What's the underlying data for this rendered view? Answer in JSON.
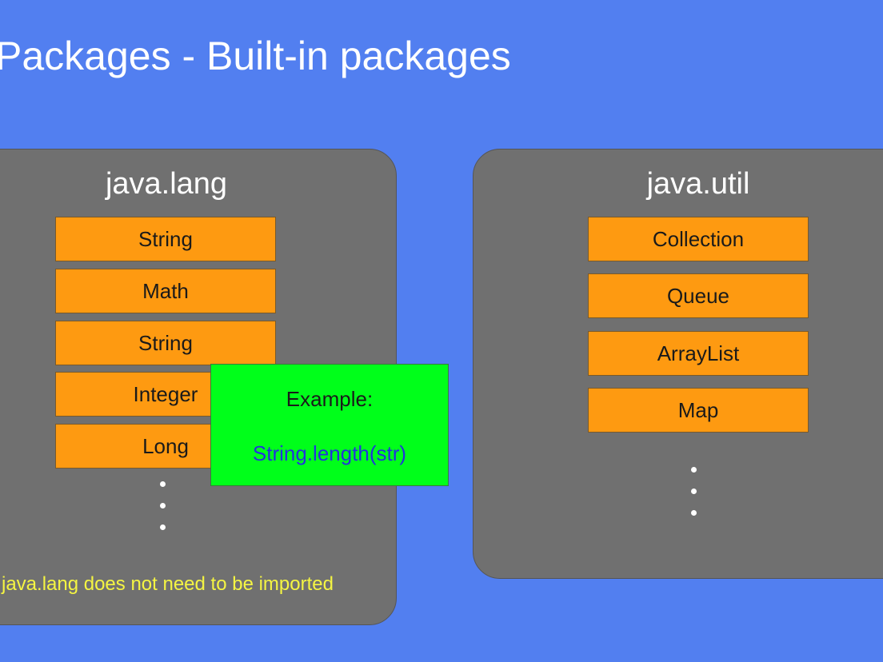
{
  "slide": {
    "title": "Packages - Built-in packages",
    "background_color": "#527ff0"
  },
  "java_lang": {
    "title": "java.lang",
    "classes": [
      "String",
      "Math",
      "String",
      "Integer",
      "Long"
    ],
    "note": "java.lang does not need to be imported",
    "note_color": "#f5f542"
  },
  "java_util": {
    "title": "java.util",
    "classes": [
      "Collection",
      "Queue",
      "ArrayList",
      "Map"
    ]
  },
  "example": {
    "label": "Example:",
    "code": "String.length(str)",
    "background_color": "#00ff1a",
    "code_color": "#2233dd"
  },
  "colors": {
    "panel": "#707070",
    "class_box": "#fe9a11"
  }
}
